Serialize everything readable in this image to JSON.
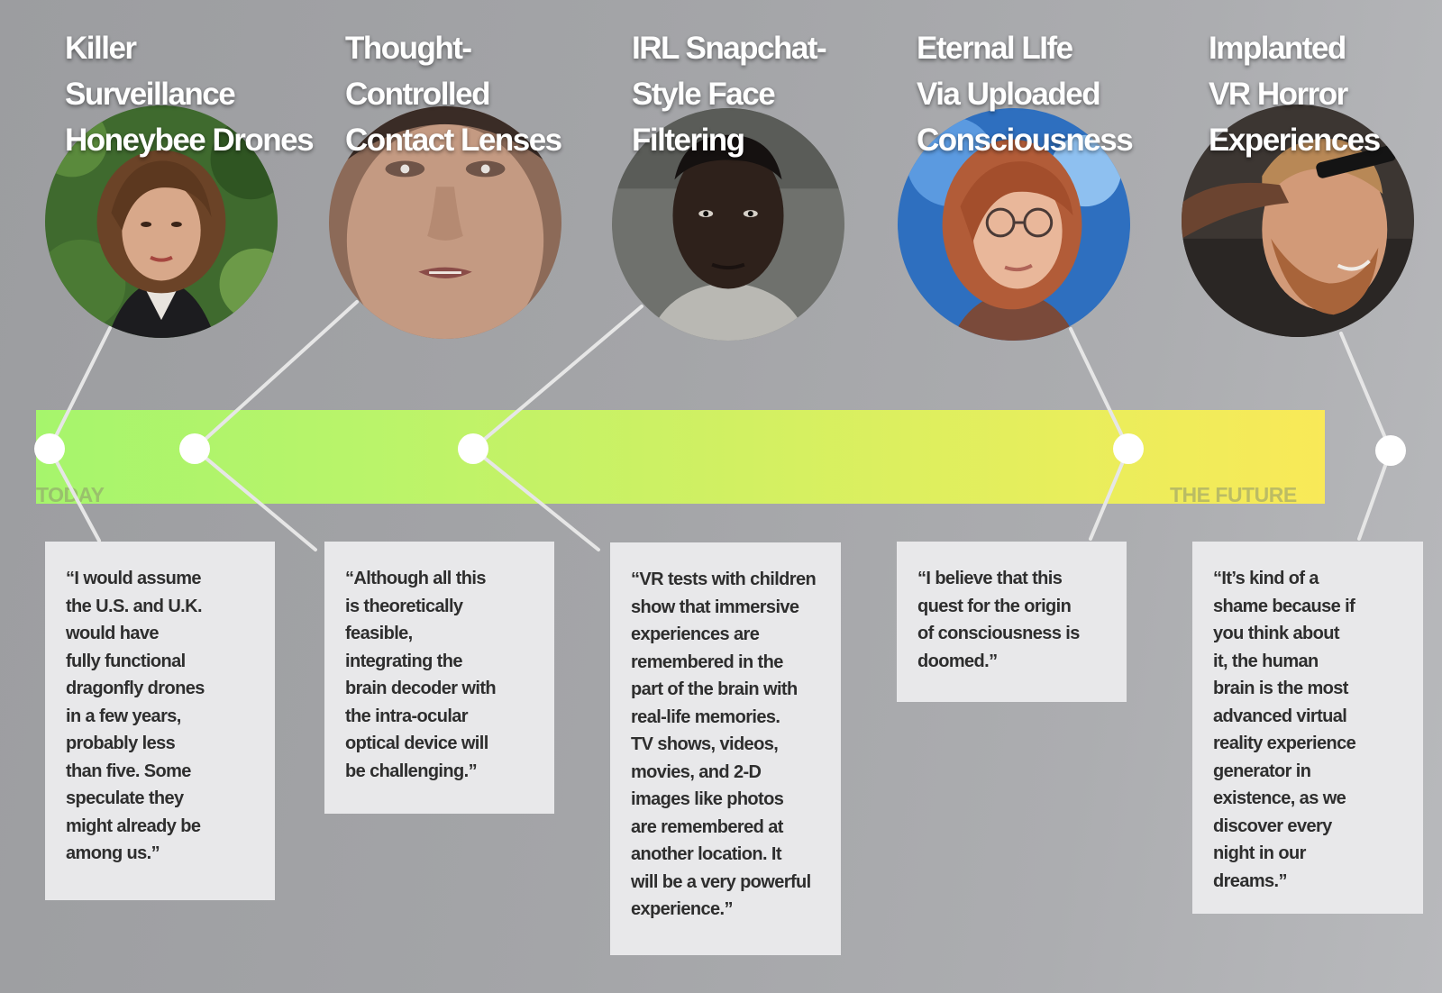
{
  "timeline": {
    "start_label": "TODAY",
    "end_label": "THE FUTURE",
    "colors": {
      "start": "#a6f56c",
      "end": "#f9e958",
      "connector": "#e6e6e6",
      "box": "#e8e8ea",
      "text": "#2e2e2e"
    }
  },
  "items": [
    {
      "title_lines": [
        "Killer",
        "Surveillance",
        "Honeybee Drones"
      ],
      "quote_lines": [
        "“I would assume",
        "the U.S. and U.K.",
        "would have",
        "fully functional",
        "dragonfly drones",
        "in a few years,",
        "probably less",
        "than five. Some",
        "speculate they",
        "might already be",
        "among us.”"
      ],
      "portrait": "woman-bob-hair-portrait"
    },
    {
      "title_lines": [
        "Thought-",
        "Controlled",
        "Contact Lenses"
      ],
      "quote_lines": [
        "“Although all this",
        "is theoretically",
        "feasible,",
        "integrating the",
        "brain decoder with",
        "the intra-ocular",
        "optical device will",
        "be challenging.”"
      ],
      "portrait": "man-closeup-portrait"
    },
    {
      "title_lines": [
        "IRL Snapchat-",
        "Style Face",
        "Filtering"
      ],
      "quote_lines": [
        "“VR tests with children",
        "show that immersive",
        "experiences are",
        "remembered in the",
        "part of the brain with",
        "real-life memories.",
        "TV shows, videos,",
        "movies, and 2-D",
        "images like photos",
        "are remembered at",
        "another location. It",
        "will be a very powerful",
        "experience.”"
      ],
      "portrait": "man-dark-portrait"
    },
    {
      "title_lines": [
        "Eternal LIfe",
        "Via Uploaded",
        "Consciousness"
      ],
      "quote_lines": [
        "“I believe that this",
        "quest for the origin",
        "of consciousness is",
        "doomed.”"
      ],
      "portrait": "woman-glasses-portrait"
    },
    {
      "title_lines": [
        "Implanted",
        "VR Horror",
        "Experiences"
      ],
      "quote_lines": [
        "“It’s kind of a",
        "shame because if",
        "you think about",
        "it, the human",
        "brain is the most",
        "advanced virtual",
        "reality experience",
        "generator in",
        "existence, as we",
        "discover every",
        "night in our",
        "dreams.”"
      ],
      "portrait": "man-beard-headset-portrait"
    }
  ]
}
